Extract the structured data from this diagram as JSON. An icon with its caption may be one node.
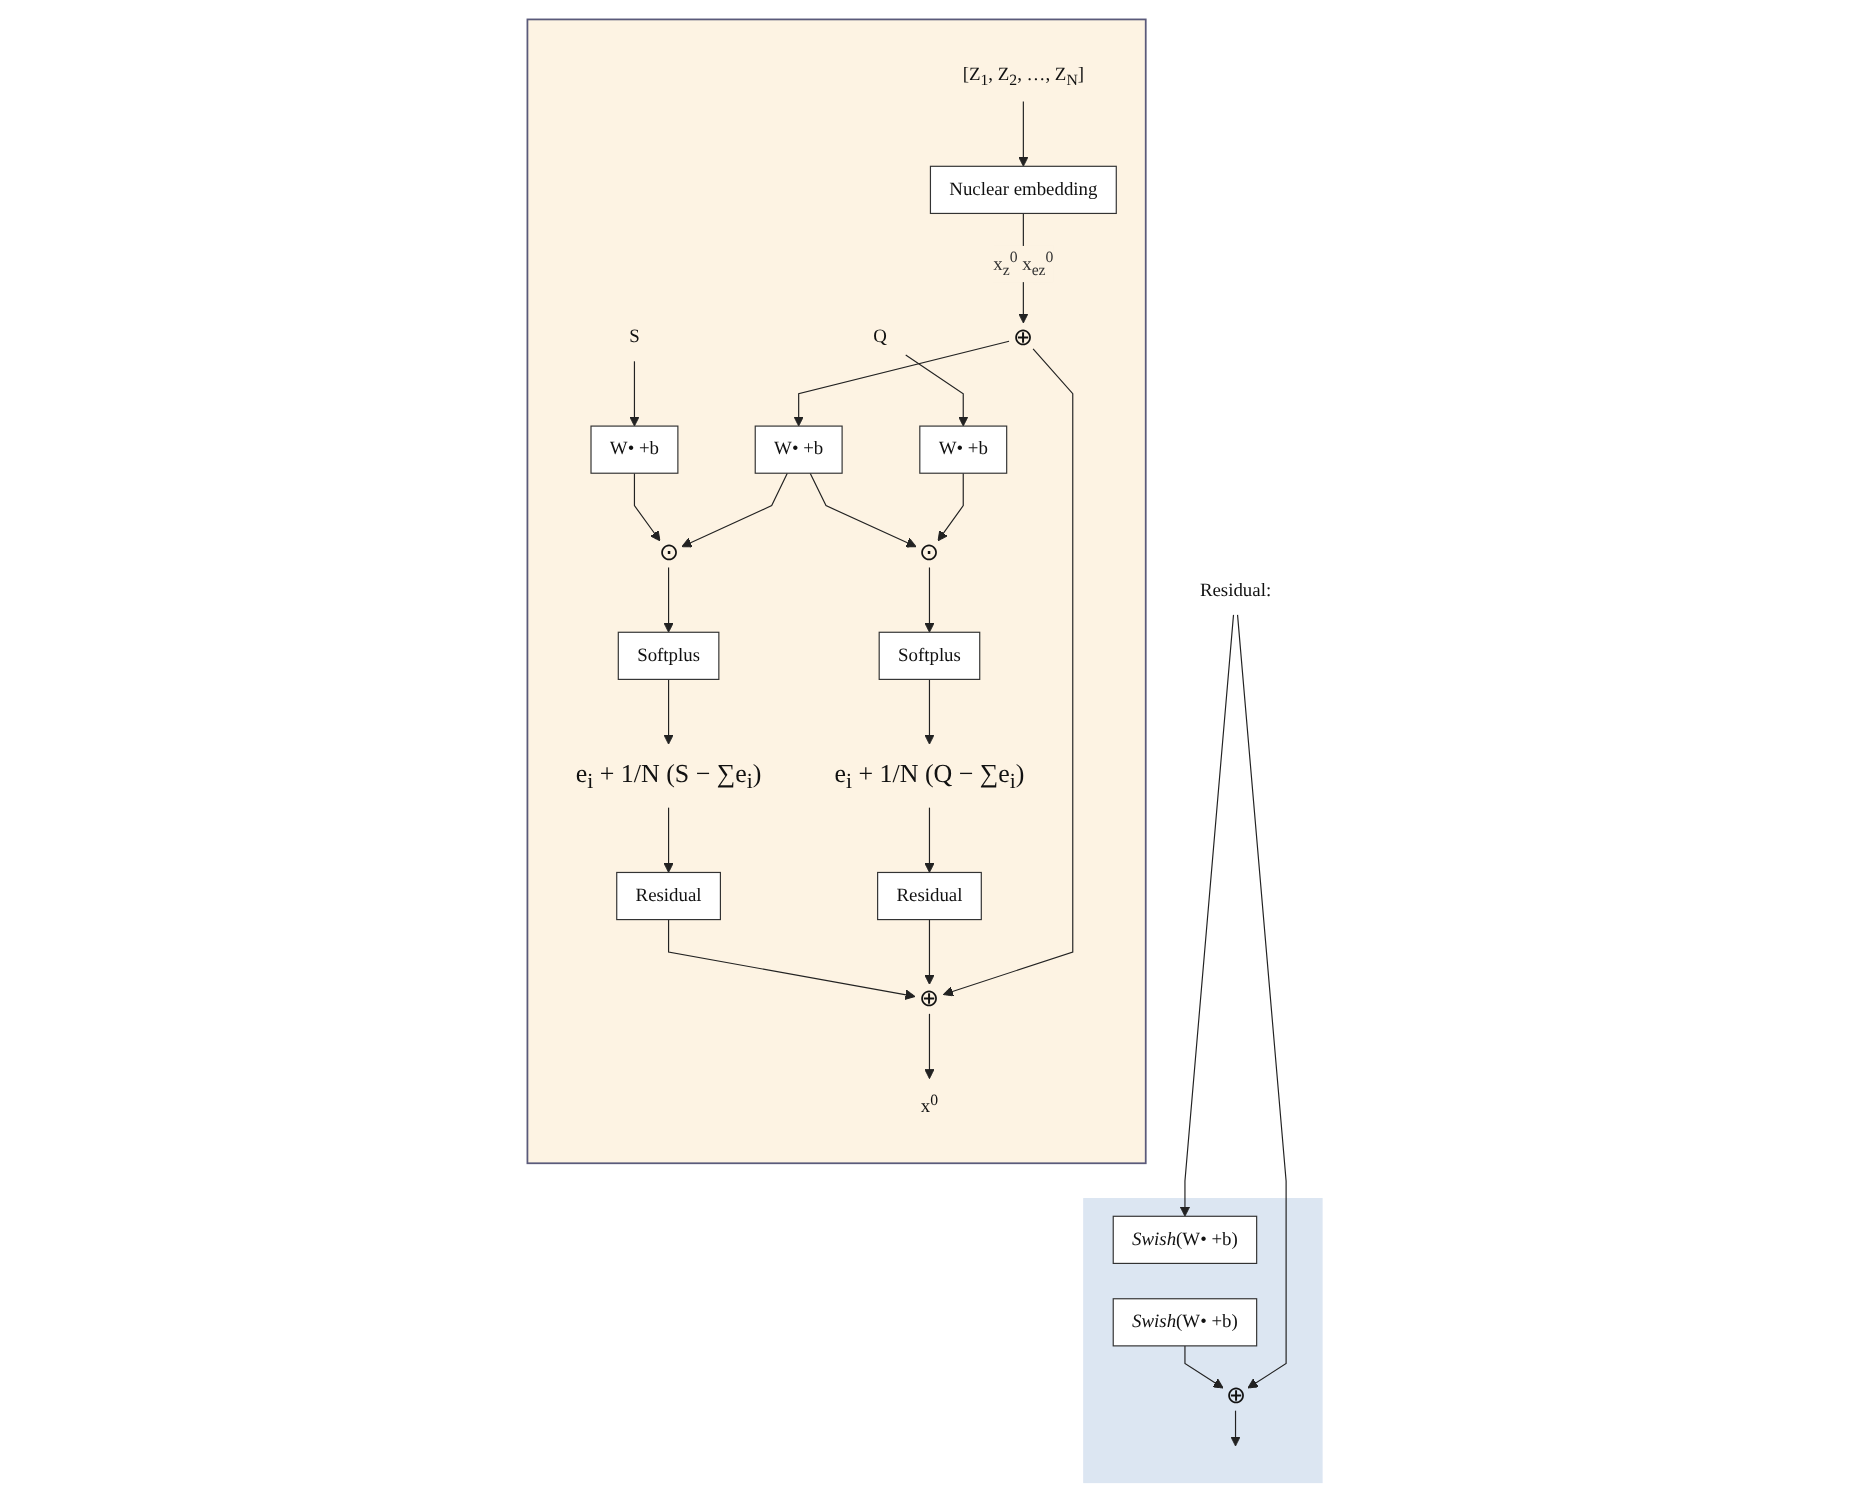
{
  "diagram": {
    "nodes": [
      {
        "text": [],
        "shape": "box"
      },
      {
        "text": [
          "S"
        ],
        "in": 0
      },
      {
        "text": [
          "[Z$_{1}$, Z$_{2}$, …, Z$_{N}$]"
        ],
        "in": 0
      },
      {
        "text": [
          "Q"
        ],
        "in": 0
      },
      {
        "text": [
          "W• +b"
        ],
        "in": 0
      },
      {
        "text": [
          "Nuclear embedding"
        ],
        "in": 0
      },
      {
        "text": [
          "W• +b"
        ],
        "in": 0
      },
      {
        "text": [
          "⊕"
        ],
        "in": 0
      },
      {
        "text": [
          "W• +b"
        ],
        "in": 0
      },
      {
        "text": [
          "⊙"
        ],
        "in": 0
      },
      {
        "text": [
          "⊙"
        ],
        "in": 0
      },
      {
        "text": [
          "Softplus"
        ],
        "in": 0
      },
      {
        "text": [
          "Softplus"
        ],
        "in": 0
      },
      {
        "text": [
          "e$_{i}$ + 1/N (S − ∑e$_{i}$)"
        ],
        "in": 0
      },
      {
        "text": [
          "e$_{i}$ + 1/N (Q − ∑e$_{i}$)"
        ],
        "in": 0
      },
      {
        "text": [
          "Residual"
        ],
        "in": 0
      },
      {
        "text": [
          "Residual"
        ],
        "in": 0
      },
      {
        "text": [
          "⊕"
        ],
        "in": 0
      },
      {
        "text": [
          "x$^{0}$"
        ],
        "in": 0
      },
      {
        "text": [
          "Residual:"
        ]
      },
      {
        "text": [],
        "shape": "box"
      },
      {
        "text": [
          "*Swish*(W• +b)"
        ],
        "in": 20
      },
      {
        "text": [
          "*Swish*(W• +b)"
        ],
        "in": 20
      },
      {
        "text": [
          "⊕"
        ],
        "in": 20
      }
    ],
    "edges": [
      {
        "from": 1,
        "to": 4,
        "arrow": "to"
      },
      {
        "from": 2,
        "to": 5,
        "arrow": "to"
      },
      {
        "from": 3,
        "to": 6,
        "arrow": "to"
      },
      {
        "from": 5,
        "to": 7,
        "arrow": "to",
        "label": "x$_{z}$$^{0}$ x$_{ez}$$^{0}$"
      },
      {
        "from": 7,
        "to": 8,
        "arrow": "to"
      },
      {
        "from": 4,
        "to": 9,
        "arrow": "to"
      },
      {
        "from": 8,
        "to": 9,
        "arrow": "to"
      },
      {
        "from": 8,
        "to": 10,
        "arrow": "to"
      },
      {
        "from": 6,
        "to": 10,
        "arrow": "to"
      },
      {
        "from": 9,
        "to": 11,
        "arrow": "to"
      },
      {
        "from": 10,
        "to": 12,
        "arrow": "to"
      },
      {
        "from": 11,
        "to": 13,
        "arrow": "to"
      },
      {
        "from": 12,
        "to": 14,
        "arrow": "to"
      },
      {
        "from": 13,
        "to": 15,
        "arrow": "to"
      },
      {
        "from": 14,
        "to": 16,
        "arrow": "to"
      },
      {
        "from": 15,
        "to": 17,
        "arrow": "to"
      },
      {
        "from": 16,
        "to": 17,
        "arrow": "to"
      },
      {
        "from": 7,
        "to": 17,
        "arrow": "to"
      },
      {
        "from": 17,
        "to": 18,
        "arrow": "to"
      },
      {
        "from": 19,
        "to": 21,
        "arrow": "to"
      },
      {
        "from": 22,
        "to": 23,
        "arrow": "to"
      },
      {
        "from": 19,
        "to": 23,
        "arrow": "to"
      },
      {
        "from": 23,
        "to": null,
        "arrow": "to"
      }
    ]
  }
}
